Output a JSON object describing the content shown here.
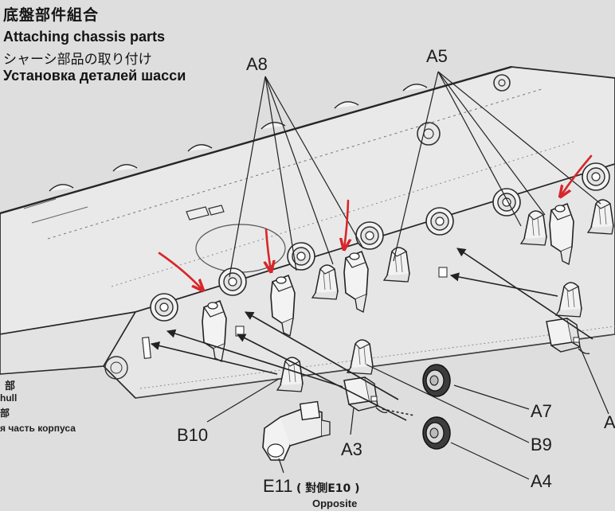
{
  "header": {
    "title_zh": "底盤部件組合",
    "title_en": "Attaching chassis parts",
    "title_ja": "シャーシ部品の取り付け",
    "title_ru": "Установка деталей шасси"
  },
  "side_note": {
    "zh": "部",
    "en": "hull",
    "ja": "部",
    "ru": "я часть корпуса"
  },
  "labels": {
    "a8": "A8",
    "a5": "A5",
    "a7": "A7",
    "b9": "B9",
    "a4": "A4",
    "a3": "A3",
    "b10": "B10",
    "a_edge": "A",
    "e11": "E11",
    "e11_note": "( 對側E10 )",
    "opposite": "Opposite"
  },
  "colors": {
    "annotation_arrow": "#d8262a",
    "line_art": "#262626",
    "paper": "#dedede",
    "hull_fill": "#e9e9e9"
  }
}
